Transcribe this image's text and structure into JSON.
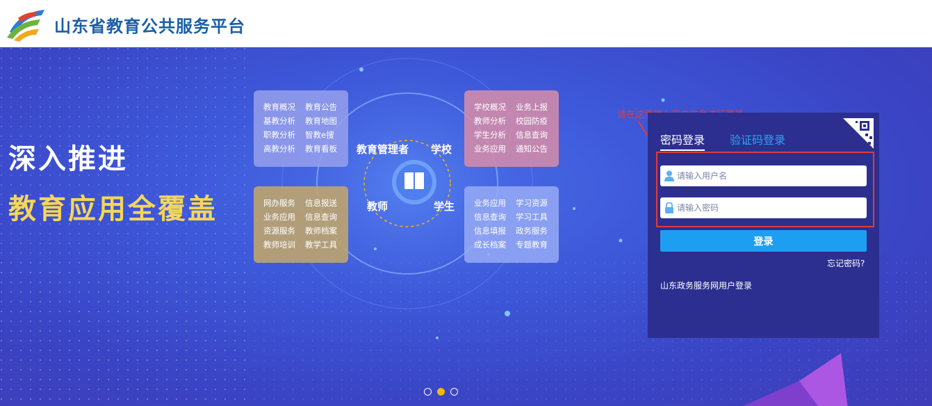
{
  "header": {
    "title": "山东省教育公共服务平台"
  },
  "banner": {
    "slogan_line1": "深入推进",
    "slogan_line2": "教育应用全覆盖",
    "diagram": {
      "roles": {
        "manager": "教育管理者",
        "school": "学校",
        "teacher": "教师",
        "student": "学生"
      },
      "cards": {
        "manager_items": [
          "教育概况",
          "教育公告",
          "基教分析",
          "教育地图",
          "职教分析",
          "智教e搜",
          "高教分析",
          "教育看板"
        ],
        "school_items": [
          "学校概况",
          "业务上报",
          "教师分析",
          "校园防疫",
          "学生分析",
          "信息查询",
          "业务应用",
          "通知公告"
        ],
        "teacher_items": [
          "网办服务",
          "信息报送",
          "业务应用",
          "信息查询",
          "资源服务",
          "教师档案",
          "教师培训",
          "教学工具"
        ],
        "student_items": [
          "业务应用",
          "学习资源",
          "信息查询",
          "学习工具",
          "信息填报",
          "政务服务",
          "成长档案",
          "专题教育"
        ]
      }
    },
    "carousel": {
      "count": 3,
      "active_index": 1
    }
  },
  "login": {
    "annotation": "请在这里输入用户信息进行登录",
    "tabs": {
      "password": "密码登录",
      "code": "验证码登录"
    },
    "username_placeholder": "请输入用户名",
    "password_placeholder": "请输入密码",
    "submit_label": "登录",
    "forgot_label": "忘记密码?",
    "gov_login_label": "山东政务服务网用户登录"
  },
  "colors": {
    "brand_blue": "#1b5fa8",
    "banner_bg": "#3d58d9",
    "slogan_yellow": "#f5d65a",
    "panel_bg": "#2c2f8f",
    "button_blue": "#1e9ef0",
    "tab_active_text": "#2aa4f4",
    "annotation_red": "#e23b3b"
  }
}
